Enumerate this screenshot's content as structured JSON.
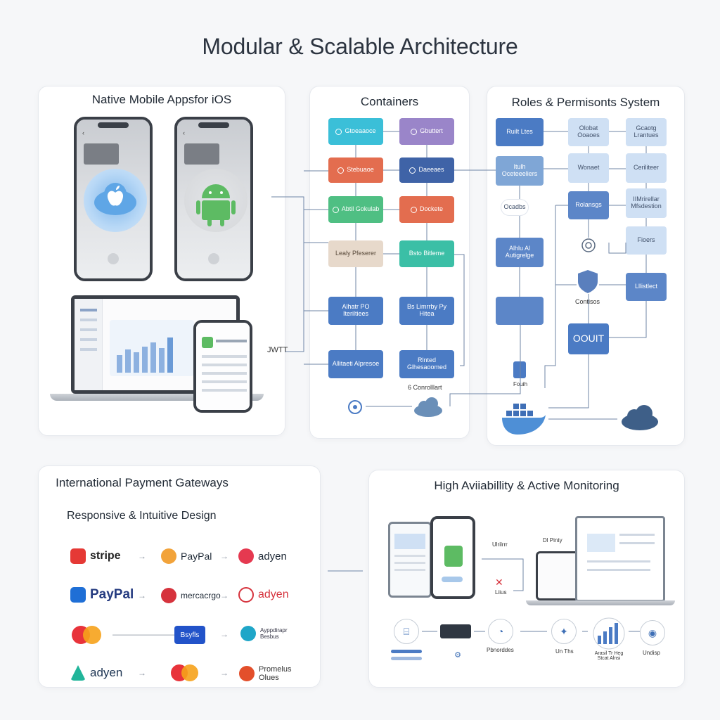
{
  "title": "Modular & Scalable Architecture",
  "panels": {
    "mobile": {
      "title": "Native Mobile Appsfor iOS"
    },
    "containers": {
      "title": "Containers",
      "nodes": [
        "Gtoeaaoce",
        "Gbuttert",
        "Stebuaoe",
        "Daeeaes",
        "Abtil Gokulab",
        "Dockete",
        "Lealy Pfeserer",
        "Bsto Bitleme",
        "Alhatr PO Iteriltiees",
        "Bs Limrrby Py Hitea",
        "Allitaeti Alpresoe",
        "Rlnted Glhesaoomed"
      ],
      "controller": "6 Conrolllart",
      "jwt": "JWTT"
    },
    "roles": {
      "title": "Roles & Permisonts System",
      "nodes": [
        "Ruilt Ltes",
        "Olobat Ooaoes",
        "Gcaotg Lrantues",
        "Itulh Oceteeeliers",
        "Wonaet",
        "Ceriliteer",
        "Ocadbs",
        "Rolansgs",
        "IIMrirellar Mfsdestion",
        "Alhlu Al Autigrelge",
        "Fioers",
        "Contisos",
        "Lllistlect",
        "OOUIT",
        "Fouih"
      ]
    },
    "payments": {
      "title": "International Payment Gateways",
      "subtitle": "Responsive & Intuitive Design",
      "rows": [
        [
          "stripe",
          "PayPal",
          "adyen"
        ],
        [
          "PayPal",
          "mercacrgo",
          "adyen"
        ],
        [
          "",
          "Bsyfls",
          "Ayppdirapr Besbus"
        ],
        [
          "adyen",
          "",
          "Promelus Olues"
        ]
      ]
    },
    "monitoring": {
      "title": "High Aviiabillity & Active Monitoring",
      "labels": [
        "Ulrilrrr",
        "Dl Pinty",
        "Liius",
        "Pbnorddes",
        "Un Ths",
        "Arasil Tr Heg Stcat Alnsi",
        "Undisp"
      ]
    }
  },
  "colors": {
    "blue": "#4b7bc4",
    "teal": "#3bbfb8",
    "purple": "#9a85c9",
    "orange": "#e36d4f",
    "green": "#4fbf83",
    "beige": "#e7d9cb",
    "navy": "#3f63a7",
    "lightblue": "#cfe0f4"
  }
}
